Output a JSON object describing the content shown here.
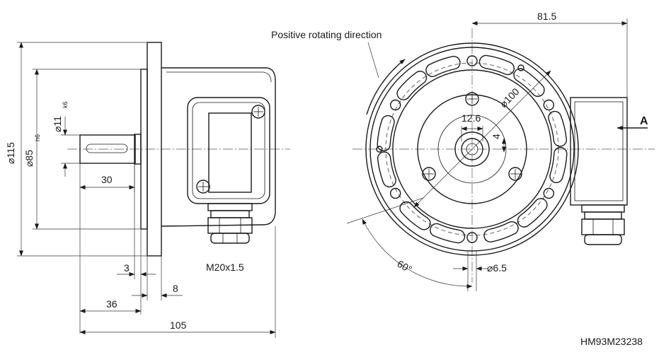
{
  "side_view": {
    "dim_dia_flange": "⌀115",
    "dim_dia_spigot": "⌀85",
    "dim_dia_spigot_tol": "h6",
    "dim_dia_shaft": "⌀11",
    "dim_dia_shaft_tol": "k6",
    "dim_shaft_length": "30",
    "dim_flange_thickness": "3",
    "dim_spigot_depth": "8",
    "dim_36": "36",
    "dim_total_length": "105",
    "cable_gland_label": "M20x1.5"
  },
  "front_view": {
    "rotation_label": "Positive rotating direction",
    "dim_width": "81.5",
    "dim_bolt_circle": "⌀100",
    "dim_flat": "12.6",
    "dim_key": "4",
    "dim_hole": "⌀6.5",
    "angle_label": "60°",
    "view_marker": "A"
  },
  "part_number": "HM93M23238",
  "colors": {
    "line": "#1a1a1a",
    "background": "#ffffff"
  }
}
